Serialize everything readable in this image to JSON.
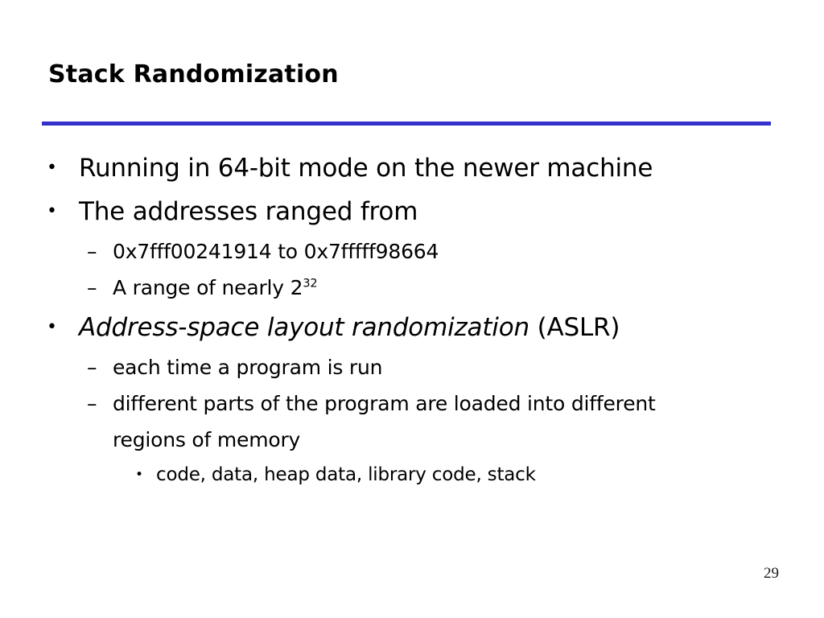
{
  "slide": {
    "title": "Stack Randomization",
    "rule_color": "#3333cc",
    "background_color": "#ffffff",
    "text_color": "#000000",
    "page_number": "29",
    "bullets": [
      {
        "level": 1,
        "marker": "•",
        "text": "Running in 64-bit mode on the newer machine"
      },
      {
        "level": 1,
        "marker": "•",
        "text": "The addresses ranged from"
      },
      {
        "level": 2,
        "marker": "–",
        "text": "0x7fff00241914 to 0x7fffff98664"
      },
      {
        "level": 2,
        "marker": "–",
        "text_prefix": "A range of nearly 2",
        "superscript": "32"
      },
      {
        "level": 1,
        "marker": "•",
        "italic_text": "Address-space layout randomization",
        "plain_text": " (ASLR)"
      },
      {
        "level": 2,
        "marker": "–",
        "text": "each time a program is run"
      },
      {
        "level": 2,
        "marker": "–",
        "text": "different parts of the program are loaded into different regions of memory"
      },
      {
        "level": 3,
        "marker": "•",
        "text": "code, data, heap data, library code, stack"
      }
    ]
  }
}
